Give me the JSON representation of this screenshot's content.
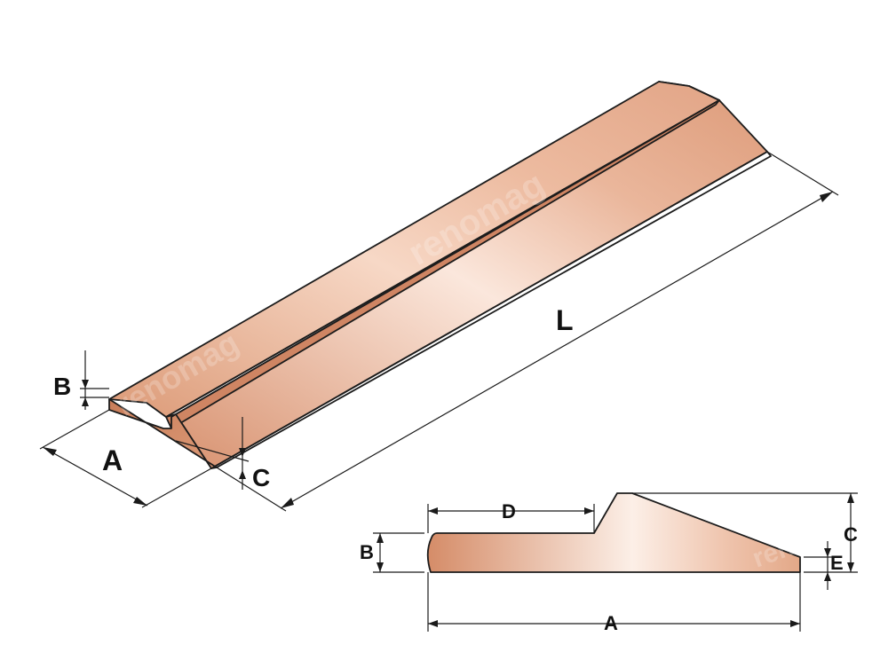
{
  "labels": {
    "L": "L",
    "A_iso": "A",
    "B_iso": "B",
    "C_iso": "C",
    "D_profile": "D",
    "B_profile": "B",
    "C_profile": "C",
    "E_profile": "E",
    "A_profile": "A"
  },
  "watermark": "renomag",
  "colors": {
    "copper_dark": "#d9936f",
    "copper_mid": "#edbda3",
    "copper_light": "#fbe9df",
    "outline": "#1c1c1c"
  }
}
